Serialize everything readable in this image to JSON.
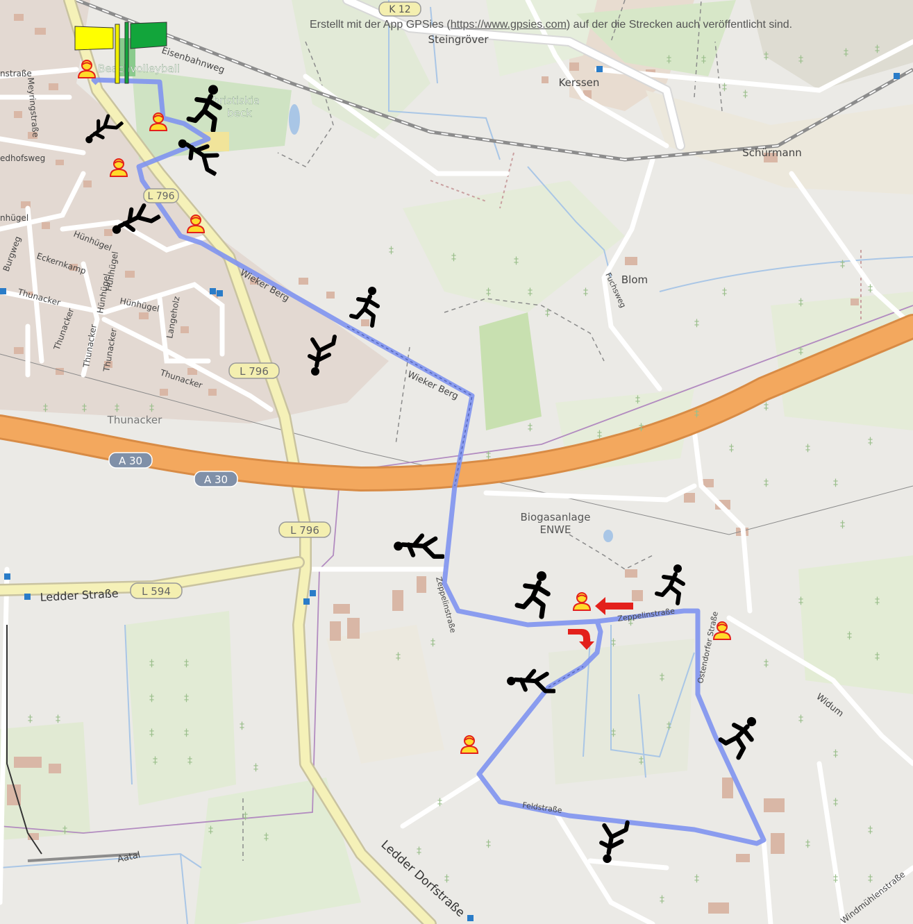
{
  "credit": {
    "prefix": "Erstellt mit der App GPSies (",
    "link": "https://www.gpsies.com",
    "suffix": ") auf der die Strecken auch veröffentlicht sind."
  },
  "places": {
    "steingroever": "Steingröver",
    "kerssen": "Kerssen",
    "schuermann": "Schürmann",
    "blom": "Blom",
    "thunacker": "Thunacker",
    "biogas_1": "Biogasanlage",
    "biogas_2": "ENWE",
    "volleyball": "Beachvolleyball",
    "school_1": "Christiskia",
    "school_2": "beck"
  },
  "streets": {
    "wieker_berg_1": "Wieker Berg",
    "wieker_berg_2": "Wieker Berg",
    "ledder_strasse": "Ledder Straße",
    "zeppelinstrasse_1": "Zeppelinstraße",
    "zeppelinstrasse_2": "Zeppelinstraße",
    "feldstrasse": "Feldstraße",
    "ledder_dorfstrasse": "Ledder Dorfstraße",
    "aatal": "Aatal",
    "widum": "Widum",
    "fuchsweg": "Fuchsweg",
    "ostendorfer": "Ostendorfer Straße",
    "windmuehlenstrasse": "Windmühlenstraße",
    "eisenbahnweg": "Eisenbahnweg",
    "huenhuegel_1": "Hünhügel",
    "huenhuegel_2": "Hünhügel",
    "huenhuegel_3": "Hünhügel",
    "huenhuegel_4": "Hünhügel",
    "eckernkamp": "Eckernkamp",
    "thunacker_1": "Thunacker",
    "thunacker_2": "Thunacker",
    "thunacker_3": "Thunacker",
    "thunacker_4": "Thunacker",
    "thunacker_5": "Thunacker",
    "langeholz": "Langeholz",
    "burgweg": "Burgweg",
    "meyringstrasse": "Meyringstraße",
    "friedhofsweg": "edhofsweg",
    "nstrasse": "nstraße",
    "huegel": "nhügel"
  },
  "shields": {
    "k12": "K 12",
    "l796_a": "L 796",
    "l796_b": "L 796",
    "l796_c": "L 796",
    "a30_a": "A 30",
    "a30_b": "A 30",
    "l594": "L 594"
  },
  "colors": {
    "route": "#7f94f0",
    "motorway": "#f3a85e",
    "secondary": "#f4efb0",
    "arrow": "#e3201b",
    "flag_yellow": "#ffff00",
    "flag_green": "#12a53b",
    "person_fill": "#ffdb2b",
    "person_stroke": "#e3201b"
  },
  "icons": {
    "start_flags": [
      "flag-yellow-icon",
      "flag-green-icon"
    ],
    "station": "person-yellow-icon",
    "exercise": "exercise-figure-icon",
    "direction": "red-arrow-icon"
  }
}
